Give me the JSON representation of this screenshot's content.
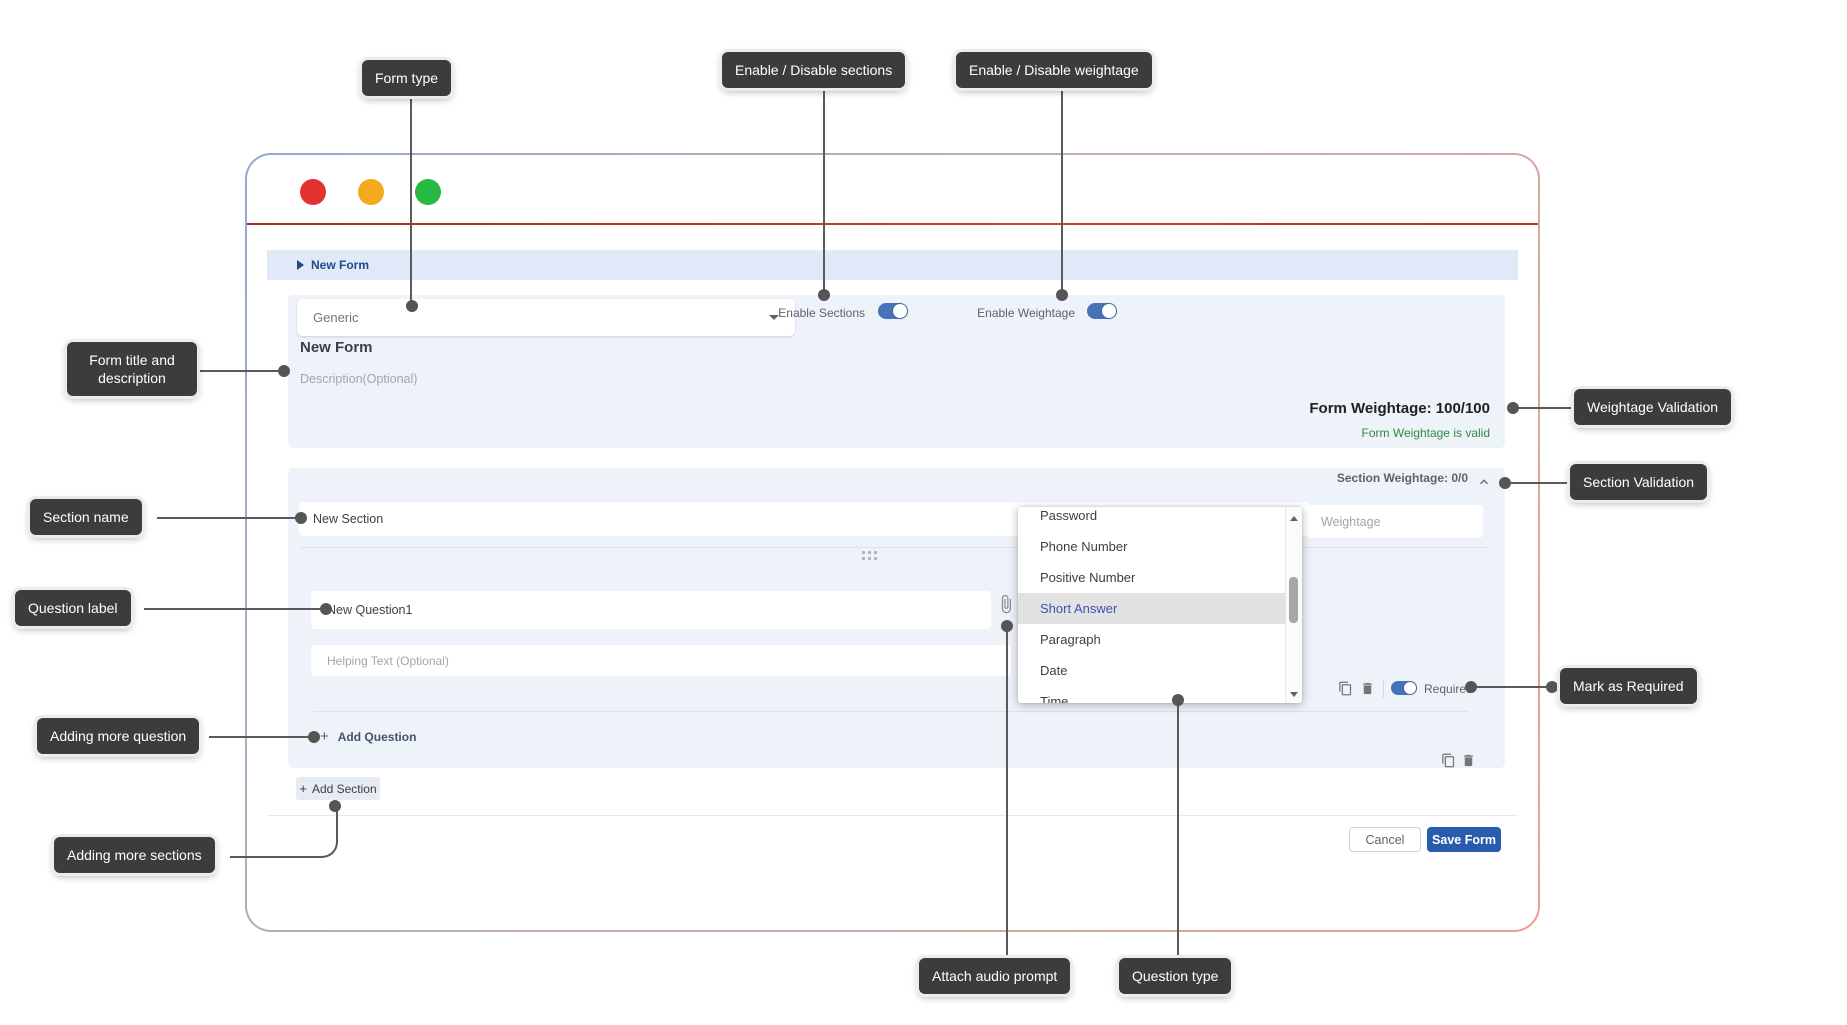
{
  "callouts": {
    "form_type": "Form type",
    "enable_disable_sections": "Enable / Disable sections",
    "enable_disable_weightage": "Enable / Disable weightage",
    "form_title_and_description": "Form title and description",
    "weightage_validation": "Weightage Validation",
    "section_validation": "Section Validation",
    "section_name": "Section name",
    "question_label": "Question label",
    "mark_as_required": "Mark as Required",
    "adding_more_question": "Adding more question",
    "adding_more_sections": "Adding more sections",
    "attach_audio_prompt": "Attach audio prompt",
    "question_type": "Question type"
  },
  "window": {
    "breadcrumb": "New Form",
    "form_type_value": "Generic",
    "enable_sections_label": "Enable Sections",
    "enable_weightage_label": "Enable Weightage",
    "form_title_value": "New Form",
    "description_placeholder": "Description(Optional)",
    "form_weightage_label": "Form Weightage: 100/100",
    "form_weightage_valid": "Form Weightage is valid",
    "section": {
      "section_weightage_label": "Section Weightage: 0/0",
      "section_name_value": "New Section",
      "weightage_placeholder": "Weightage",
      "question": {
        "label_value": "New Question1",
        "helping_text_placeholder": "Helping Text (Optional)",
        "required_label": "Required"
      },
      "add_question_label": "Add Question"
    },
    "add_section_label": "Add Section",
    "cancel_label": "Cancel",
    "save_label": "Save Form"
  },
  "dropdown": {
    "items": [
      "Password",
      "Phone Number",
      "Positive Number",
      "Short Answer",
      "Paragraph",
      "Date",
      "Time"
    ],
    "selected": "Short Answer"
  },
  "icons": {
    "plus": "+"
  },
  "colors": {
    "save_button": "#2a5cad",
    "toggle_on": "#4673b8",
    "valid_text": "#2e8b3e",
    "selected_item_text": "#3f51b5",
    "callout_bg": "#3c3c3c",
    "traffic_red": "#e2312e",
    "traffic_orange": "#f6a821",
    "traffic_green": "#27b943"
  }
}
